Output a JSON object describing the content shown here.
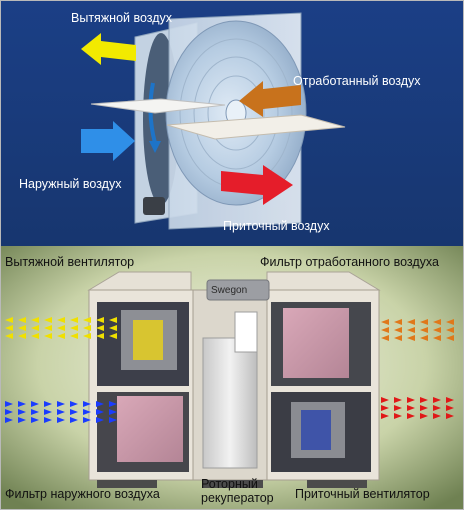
{
  "top_diagram": {
    "labels": {
      "exhaust_air": "Вытяжной воздух",
      "extract_air": "Отработанный воздух",
      "outdoor_air": "Наружный воздух",
      "supply_air": "Приточный воздух"
    },
    "arrow_colors": {
      "exhaust": "#f2ea00",
      "extract": "#c8721c",
      "outdoor": "#2f8fe8",
      "supply": "#e51d2a"
    },
    "background": "#1d3c7a"
  },
  "bottom_diagram": {
    "labels": {
      "exhaust_fan": "Вытяжной вентилятор",
      "extract_filter": "Фильтр отработанного воздуха",
      "outdoor_filter": "Фильтр наружного воздуха",
      "rotary_recuperator_line1": "Роторный",
      "rotary_recuperator_line2": "рекуператор",
      "supply_fan": "Приточный вентилятор"
    },
    "unit_brand": "Swegon",
    "dot_colors": {
      "yellow": "#f0e000",
      "orange": "#e0781a",
      "blue": "#1a3cff",
      "red": "#e01818"
    }
  }
}
